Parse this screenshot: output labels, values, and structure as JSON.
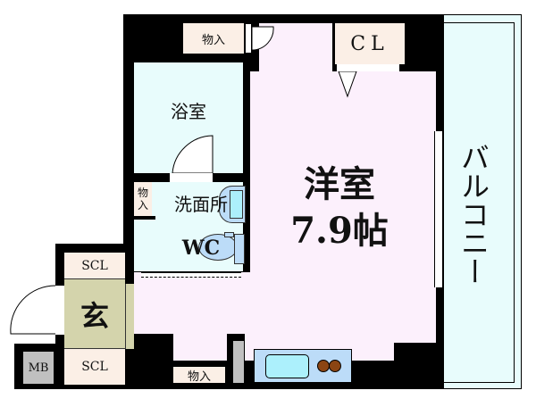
{
  "floorplan": {
    "rooms": {
      "western_room": {
        "name": "洋室",
        "size": "7.9帖"
      },
      "bathroom": {
        "name": "浴室"
      },
      "washroom": {
        "name": "洗面所"
      },
      "toilet": {
        "name": "WC"
      },
      "entrance": {
        "name": "玄"
      },
      "balcony": {
        "name": "バルコニー"
      }
    },
    "storage": {
      "closet": "CL",
      "storage_top": "物入",
      "storage_side": "物\n入",
      "storage_bottom": "物入",
      "shoe_closet_top": "SCL",
      "shoe_closet_bottom": "SCL",
      "meter_box": "MB"
    }
  },
  "colors": {
    "wall": "#000000",
    "western_room": "#fcf0fc",
    "wet_area": "#e8fcfc",
    "balcony": "#e8fcfc",
    "entrance": "#d4d4ac",
    "storage": "#fbefe6",
    "meter_box": "#c0c0c0",
    "kitchen": "#bcdcf8",
    "sink": "#acf0fc",
    "burner": "#8b4513"
  }
}
